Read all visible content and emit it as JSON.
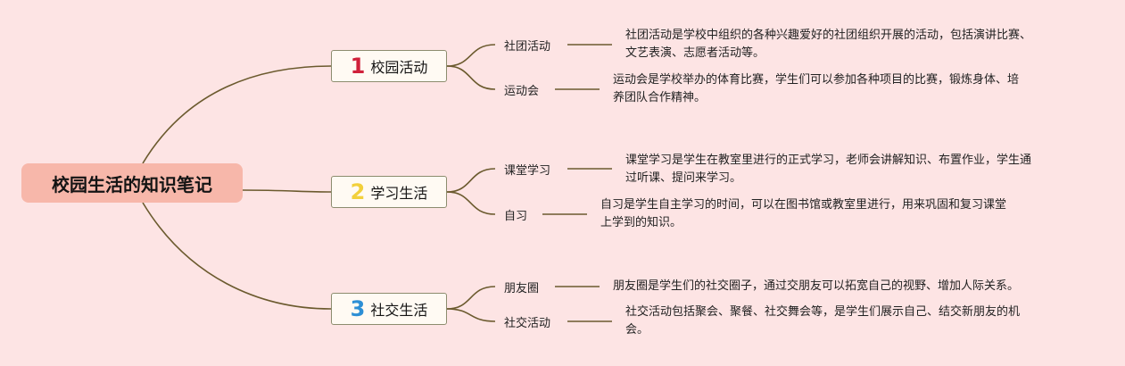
{
  "root": {
    "label": "校园生活的知识笔记"
  },
  "branches": [
    {
      "number": "1",
      "number_color": "#d0203a",
      "label": "校园活动",
      "leaves": [
        {
          "label": "社团活动",
          "description": [
            "社团活动是学校中组织的各种兴趣爱好的社团组织开展的活动，包括演讲比赛、",
            "文艺表演、志愿者活动等。"
          ]
        },
        {
          "label": "运动会",
          "description": [
            "运动会是学校举办的体育比赛，学生们可以参加各种项目的比赛，锻炼身体、培",
            "养团队合作精神。"
          ]
        }
      ]
    },
    {
      "number": "2",
      "number_color": "#f2d03b",
      "label": "学习生活",
      "leaves": [
        {
          "label": "课堂学习",
          "description": [
            "课堂学习是学生在教室里进行的正式学习，老师会讲解知识、布置作业，学生通",
            "过听课、提问来学习。"
          ]
        },
        {
          "label": "自习",
          "description": [
            "自习是学生自主学习的时间，可以在图书馆或教室里进行，用来巩固和复习课堂",
            "上学到的知识。"
          ]
        }
      ]
    },
    {
      "number": "3",
      "number_color": "#2d8fd5",
      "label": "社交生活",
      "leaves": [
        {
          "label": "朋友圈",
          "description": [
            "朋友圈是学生们的社交圈子，通过交朋友可以拓宽自己的视野、增加人际关系。"
          ]
        },
        {
          "label": "社交活动",
          "description": [
            "社交活动包括聚会、聚餐、社交舞会等，是学生们展示自己、结交新朋友的机",
            "会。"
          ]
        }
      ]
    }
  ]
}
